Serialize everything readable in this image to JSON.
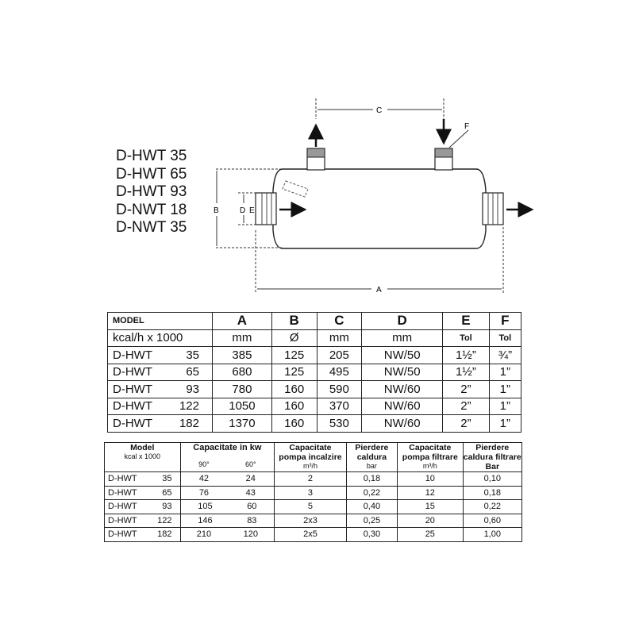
{
  "models_list": [
    "D-HWT 35",
    "D-HWT 65",
    "D-HWT 93",
    "D-NWT 18",
    "D-NWT 35"
  ],
  "drawing": {
    "dim_a": "A",
    "dim_b": "B",
    "dim_c": "C",
    "dim_d": "D",
    "dim_e": "E",
    "dim_f": "F"
  },
  "table1": {
    "header_model": "MODEL",
    "header_unit": "kcal/h x 1000",
    "cols": [
      "A",
      "B",
      "C",
      "D",
      "E",
      "F"
    ],
    "units": [
      "mm",
      "Ø",
      "mm",
      "mm",
      "Tol",
      "Tol"
    ],
    "rows": [
      {
        "name": "D-HWT",
        "num": "35",
        "a": "385",
        "b": "125",
        "c": "205",
        "d": "NW/50",
        "e": "1½”",
        "f": "¾”"
      },
      {
        "name": "D-HWT",
        "num": "65",
        "a": "680",
        "b": "125",
        "c": "495",
        "d": "NW/50",
        "e": "1½”",
        "f": "1”"
      },
      {
        "name": "D-HWT",
        "num": "93",
        "a": "780",
        "b": "160",
        "c": "590",
        "d": "NW/60",
        "e": "2”",
        "f": "1”"
      },
      {
        "name": "D-HWT",
        "num": "122",
        "a": "1050",
        "b": "160",
        "c": "370",
        "d": "NW/60",
        "e": "2”",
        "f": "1”"
      },
      {
        "name": "D-HWT",
        "num": "182",
        "a": "1370",
        "b": "160",
        "c": "530",
        "d": "NW/60",
        "e": "2”",
        "f": "1”"
      }
    ]
  },
  "table2": {
    "h_model": "Model",
    "h_model_sub": "kcal x 1000",
    "h_cap": "Capacitate in kw",
    "h_cap_90": "90°",
    "h_cap_60": "60°",
    "h_pompa_inc": "Capacitate pompa incalzire",
    "h_pompa_inc_unit": "m³/h",
    "h_pierdere": "Pierdere caldura",
    "h_pierdere_unit": "bar",
    "h_pompa_filt": "Capacitate pompa filtrare",
    "h_pompa_filt_unit": "m³/h",
    "h_pierdere_filt": "Pierdere caldura filtrare Bar",
    "rows": [
      {
        "name": "D-HWT",
        "num": "35",
        "k90": "42",
        "k60": "24",
        "pi": "2",
        "pc": "0,18",
        "pf": "10",
        "pcf": "0,10"
      },
      {
        "name": "D-HWT",
        "num": "65",
        "k90": "76",
        "k60": "43",
        "pi": "3",
        "pc": "0,22",
        "pf": "12",
        "pcf": "0,18"
      },
      {
        "name": "D-HWT",
        "num": "93",
        "k90": "105",
        "k60": "60",
        "pi": "5",
        "pc": "0,40",
        "pf": "15",
        "pcf": "0,22"
      },
      {
        "name": "D-HWT",
        "num": "122",
        "k90": "146",
        "k60": "83",
        "pi": "2x3",
        "pc": "0,25",
        "pf": "20",
        "pcf": "0,60"
      },
      {
        "name": "D-HWT",
        "num": "182",
        "k90": "210",
        "k60": "120",
        "pi": "2x5",
        "pc": "0,30",
        "pf": "25",
        "pcf": "1,00"
      }
    ]
  }
}
